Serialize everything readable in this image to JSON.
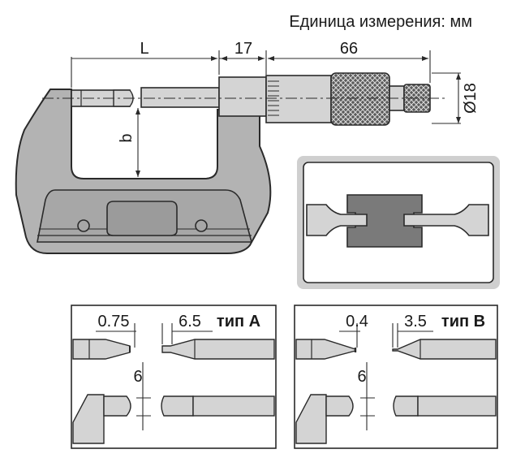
{
  "units_note": "Единица измерения: мм",
  "dimensions": {
    "L": "L",
    "b": "b",
    "d17": "17",
    "d66": "66",
    "diameter": "Ø18"
  },
  "detail_a": {
    "tip_dim": "0.75",
    "width_dim": "6.5",
    "type_label": "тип А",
    "height_dim": "6"
  },
  "detail_b": {
    "tip_dim": "0.4",
    "width_dim": "3.5",
    "type_label": "тип B",
    "height_dim": "6"
  },
  "colors": {
    "body": "#b3b3b3",
    "parts": "#d4d4d4",
    "dark": "#6e6e6e",
    "outline": "#2a2a2a"
  }
}
